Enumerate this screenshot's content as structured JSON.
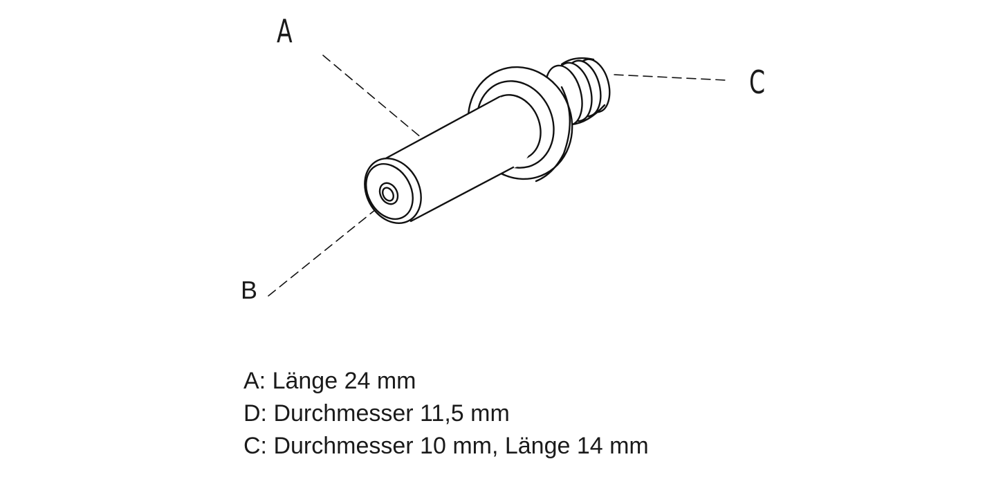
{
  "drawing": {
    "callouts": {
      "a": "A",
      "b": "B",
      "c": "C"
    },
    "line_color": "#111111"
  },
  "legend": {
    "lines": [
      "A: Länge 24 mm",
      "D: Durchmesser 11,5 mm",
      "C: Durchmesser 10 mm, Länge 14 mm"
    ]
  }
}
